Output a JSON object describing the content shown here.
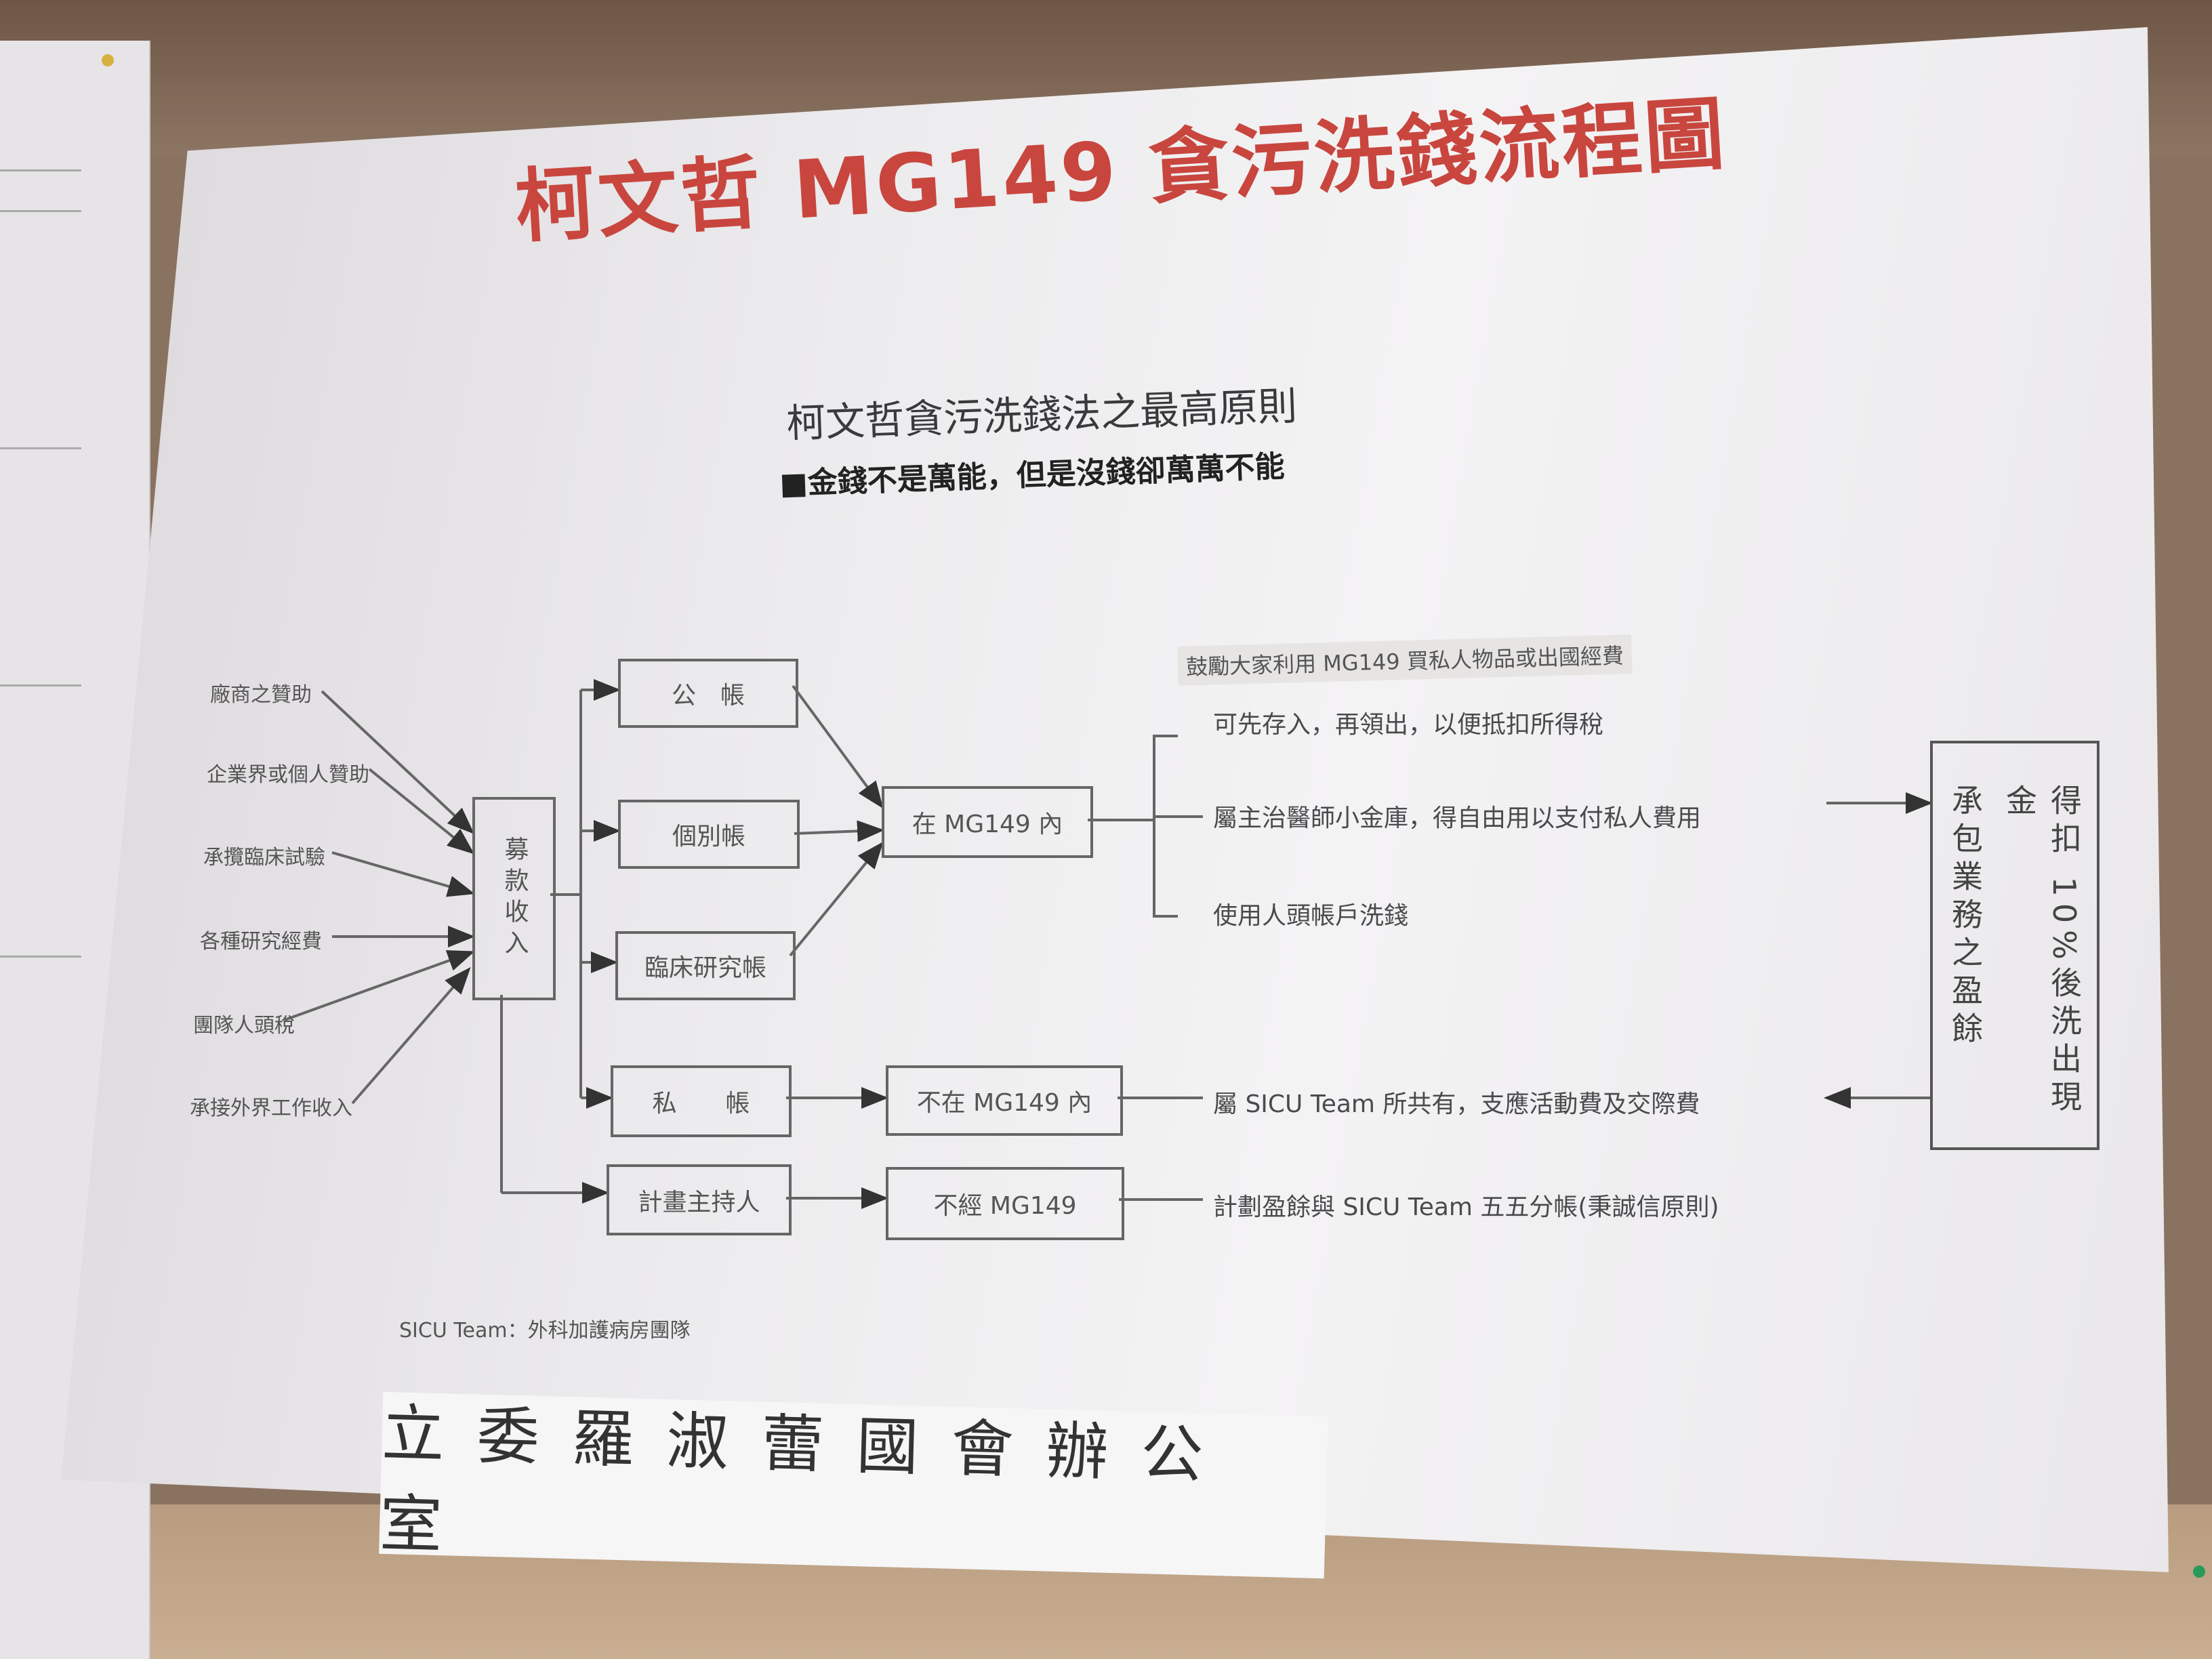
{
  "poster": {
    "title": "柯文哲 MG149 貪污洗錢流程圖",
    "subtitle": "柯文哲貪污洗錢法之最高原則",
    "motto": "■金錢不是萬能，但是沒錢卻萬萬不能"
  },
  "sources": [
    "廠商之贊助",
    "企業界或個人贊助",
    "承攬臨床試驗",
    "各種研究經費",
    "團隊人頭稅",
    "承接外界工作收入"
  ],
  "hub": "募款收入",
  "accounts": [
    "公　帳",
    "個別帳",
    "臨床研究帳",
    "私　　帳",
    "計畫主持人"
  ],
  "mg149": {
    "inside": "在 MG149 內",
    "outside": "不在 MG149 內",
    "bypass": "不經 MG149"
  },
  "note": "鼓勵大家利用 MG149 買私人物品或出國經費",
  "inside_uses": [
    "可先存入，再領出，以便抵扣所得稅",
    "屬主治醫師小金庫，得自由用以支付私人費用",
    "使用人頭帳戶洗錢"
  ],
  "outside_use": "屬 SICU Team 所共有，支應活動費及交際費",
  "bypass_use": "計劃盈餘與 SICU Team 五五分帳(秉誠信原則)",
  "contract_box": {
    "col1": "得扣 10%後洗出現金",
    "col2": "承包業務之盈餘"
  },
  "legend": "SICU Team：外科加護病房團隊",
  "office_label": "立委羅淑蕾國會辦公室",
  "colors": {
    "title": "#c8463e",
    "line": "#666666"
  }
}
